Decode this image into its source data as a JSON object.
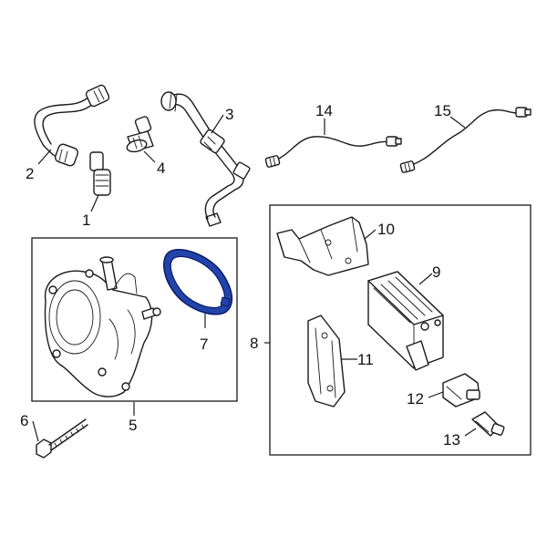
{
  "callouts": {
    "c1": "1",
    "c2": "2",
    "c3": "3",
    "c4": "4",
    "c5": "5",
    "c6": "6",
    "c7": "7",
    "c8": "8",
    "c9": "9",
    "c10": "10",
    "c11": "11",
    "c12": "12",
    "c13": "13",
    "c14": "14",
    "c15": "15"
  },
  "colors": {
    "highlight_fill": "#2244aa",
    "highlight_stroke": "#0a1a66",
    "line": "#1a1a1a"
  }
}
